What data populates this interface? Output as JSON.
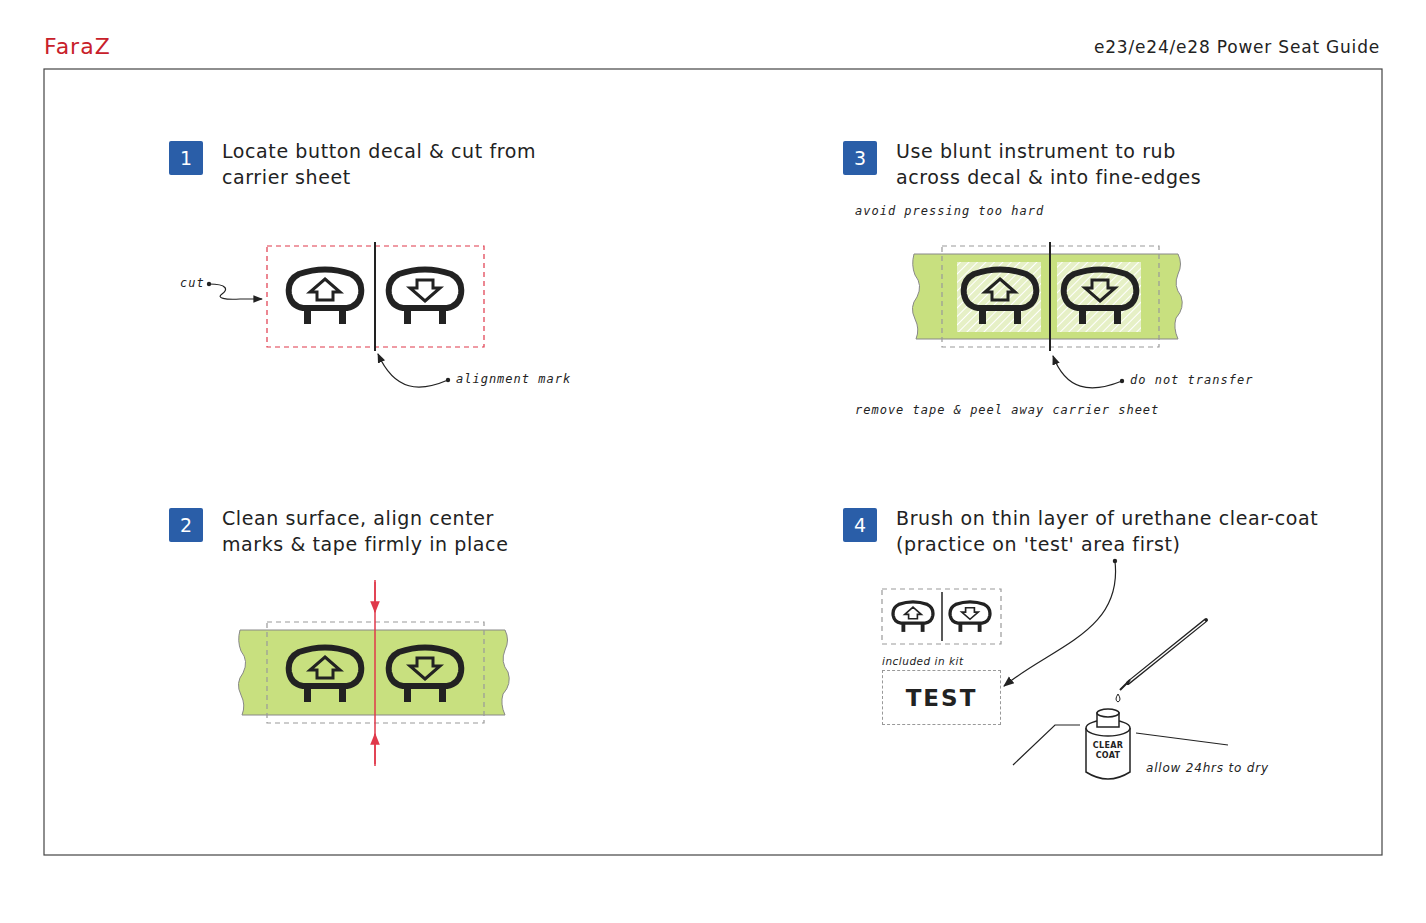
{
  "diagram": {
    "title": "e23/e24/e28 Power Seat Guide",
    "nodes": [
      {
        "text": [
          "1",
          "Locate button decal & cut from carrier sheet"
        ]
      },
      {
        "text": [
          "2",
          "Clean surface, align center marks & tape firmly in place"
        ]
      },
      {
        "text": [
          "3",
          "Use blunt instrument to rub across decal & into fine-edges"
        ]
      },
      {
        "text": [
          "4",
          "Brush on thin layer of urethane clear-coat (practice on 'test' area first)"
        ]
      },
      {
        "text": [
          "TEST"
        ]
      }
    ],
    "edges": [
      {
        "from": 3,
        "to": 4,
        "arrow": "to"
      }
    ],
    "labels": [
      "FaraZ",
      "cut",
      "alignment mark",
      "avoid pressing too hard",
      "do not transfer",
      "remove tape & peel away carrier sheet",
      "included in kit",
      "allow 24hrs to dry",
      "CLEAR COAT"
    ]
  }
}
